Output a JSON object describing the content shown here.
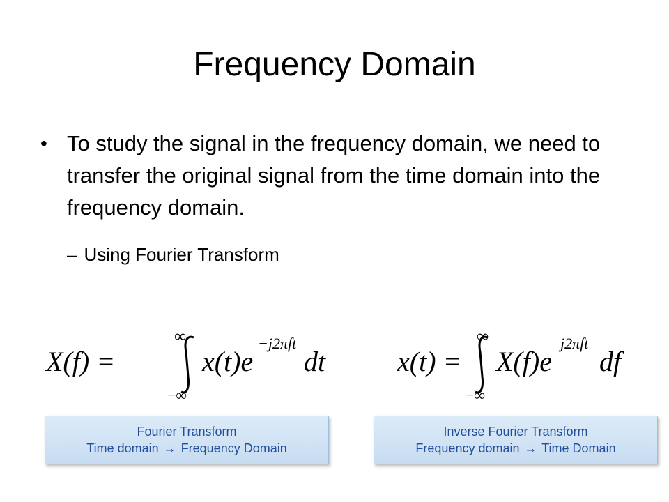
{
  "slide": {
    "title": "Frequency Domain",
    "bullet_text": "To study the signal in the frequency domain, we need to transfer the original signal from the time domain into the frequency domain.",
    "sub_bullet": "Using Fourier Transform"
  },
  "equations": {
    "forward": {
      "lhs": "X(f) =",
      "upper_limit": "∞",
      "lower_limit": "−∞",
      "integrand": "x(t)e",
      "exponent": "−j2πft",
      "differential": "dt"
    },
    "inverse": {
      "lhs": "x(t) =",
      "upper_limit": "∞",
      "lower_limit": "−∞",
      "integrand": "X(f)e",
      "exponent": "j2πft",
      "differential": "df"
    }
  },
  "boxes": {
    "forward": {
      "line1": "Fourier Transform",
      "line2_left": "Time domain",
      "arrow": "→",
      "line2_right": "Frequency Domain"
    },
    "inverse": {
      "line1": "Inverse Fourier Transform",
      "line2_left": "Frequency domain",
      "arrow": "→",
      "line2_right": "Time Domain"
    }
  },
  "colors": {
    "box_text": "#1f4e9c",
    "box_fill": "#d4e5f6",
    "box_border": "#9fbfe0"
  }
}
